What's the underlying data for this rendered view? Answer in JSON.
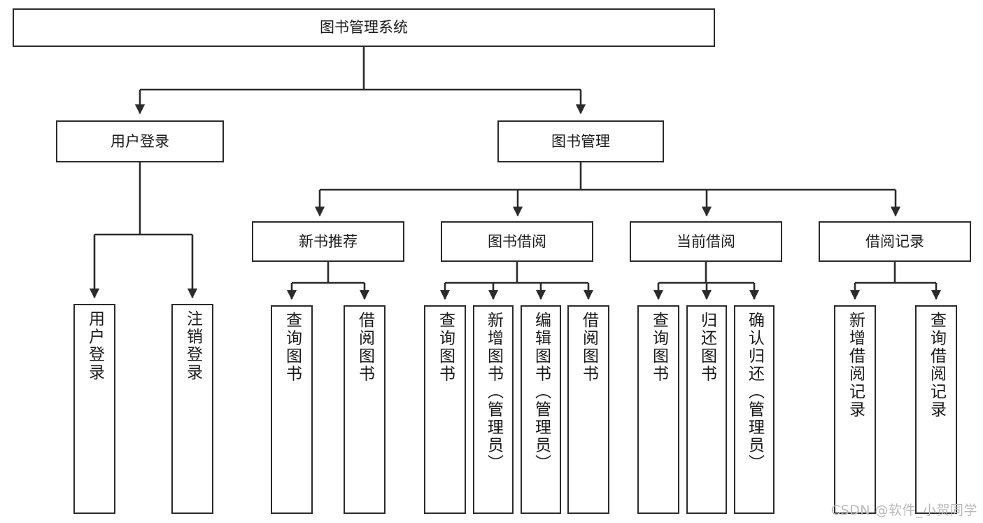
{
  "diagram": {
    "title": "图书管理系统",
    "watermark": "CSDN @软件_小贺同学",
    "line_color": "#2b2b2b",
    "text_color": "#1a1a1a",
    "background": "#ffffff",
    "nodes": {
      "root": {
        "label": "图书管理系统"
      },
      "level1": [
        {
          "label": "用户登录"
        },
        {
          "label": "图书管理"
        }
      ],
      "level2": [
        {
          "label": "新书推荐"
        },
        {
          "label": "图书借阅"
        },
        {
          "label": "当前借阅"
        },
        {
          "label": "借阅记录"
        }
      ],
      "leaves": {
        "user_login": [
          {
            "label": "用户登录"
          },
          {
            "label": "注销登录"
          }
        ],
        "new_book_recommend": [
          {
            "label": "查询图书"
          },
          {
            "label": "借阅图书"
          }
        ],
        "book_borrow": [
          {
            "label": "查询图书"
          },
          {
            "label": "新增图书（管理员）"
          },
          {
            "label": "编辑图书（管理员）"
          },
          {
            "label": "借阅图书"
          }
        ],
        "current_borrow": [
          {
            "label": "查询图书"
          },
          {
            "label": "归还图书"
          },
          {
            "label": "确认归还（管理员）"
          }
        ],
        "borrow_record": [
          {
            "label": "新增借阅记录"
          },
          {
            "label": "查询借阅记录"
          }
        ]
      }
    }
  }
}
